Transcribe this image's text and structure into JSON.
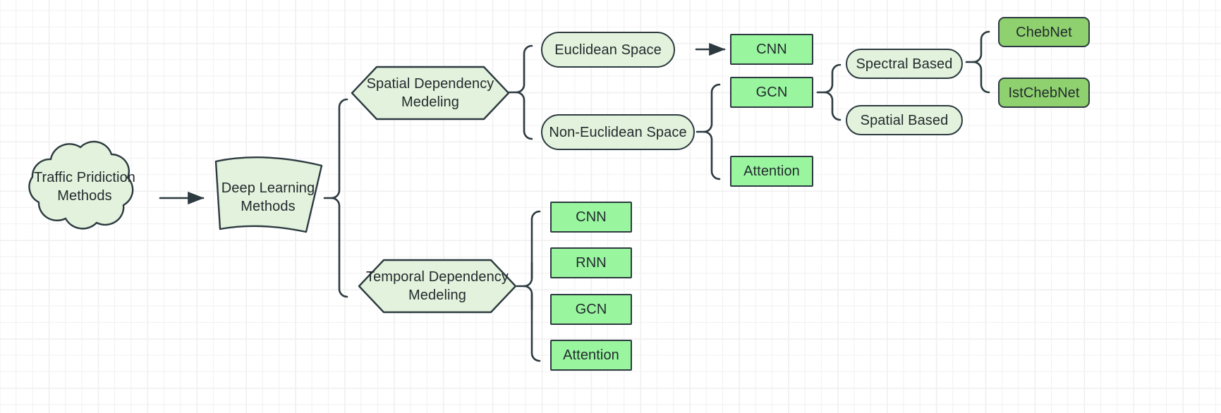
{
  "diagram": {
    "title": "Traffic Prediction Methods Taxonomy",
    "type": "mindmap-flowchart",
    "colors": {
      "light_green_fill": "#e3f2dc",
      "bright_green_fill": "#99f69f",
      "medium_green_fill": "#8fd16f",
      "stroke": "#2c3a40",
      "text": "#232a2e",
      "grid_minor": "#f1f1f1",
      "grid_major": "#ececec",
      "background": "#ffffff"
    },
    "nodes": {
      "root": {
        "label": "Traffic Pridiction\nMethods",
        "shape": "cloud"
      },
      "deep_learning": {
        "label": "Deep Learning\nMethods",
        "shape": "curved-trapezoid"
      },
      "spatial": {
        "label": "Spatial Dependency\nMedeling",
        "shape": "hexagon"
      },
      "temporal": {
        "label": "Temporal Dependency\nMedeling",
        "shape": "hexagon"
      },
      "euclidean": {
        "label": "Euclidean Space",
        "shape": "stadium"
      },
      "non_euclidean": {
        "label": "Non-Euclidean Space",
        "shape": "stadium"
      },
      "spatial_cnn": {
        "label": "CNN",
        "shape": "rect"
      },
      "spatial_gcn": {
        "label": "GCN",
        "shape": "rect"
      },
      "spatial_attention": {
        "label": "Attention",
        "shape": "rect"
      },
      "spectral_based": {
        "label": "Spectral Based",
        "shape": "stadium"
      },
      "spatial_based": {
        "label": "Spatial Based",
        "shape": "stadium"
      },
      "chebnet": {
        "label": "ChebNet",
        "shape": "rounded-rect"
      },
      "istchebnet": {
        "label": "IstChebNet",
        "shape": "rounded-rect"
      },
      "temporal_cnn": {
        "label": "CNN",
        "shape": "rect"
      },
      "temporal_rnn": {
        "label": "RNN",
        "shape": "rect"
      },
      "temporal_gcn": {
        "label": "GCN",
        "shape": "rect"
      },
      "temporal_attention": {
        "label": "Attention",
        "shape": "rect"
      }
    },
    "edges": [
      {
        "from": "root",
        "to": "deep_learning",
        "style": "arrow"
      },
      {
        "from": "deep_learning",
        "to": "spatial",
        "style": "brace"
      },
      {
        "from": "deep_learning",
        "to": "temporal",
        "style": "brace"
      },
      {
        "from": "spatial",
        "to": "euclidean",
        "style": "brace"
      },
      {
        "from": "spatial",
        "to": "non_euclidean",
        "style": "brace"
      },
      {
        "from": "euclidean",
        "to": "spatial_cnn",
        "style": "arrow"
      },
      {
        "from": "non_euclidean",
        "to": "spatial_gcn",
        "style": "brace"
      },
      {
        "from": "non_euclidean",
        "to": "spatial_attention",
        "style": "brace"
      },
      {
        "from": "spatial_gcn",
        "to": "spectral_based",
        "style": "brace"
      },
      {
        "from": "spatial_gcn",
        "to": "spatial_based",
        "style": "brace"
      },
      {
        "from": "spectral_based",
        "to": "chebnet",
        "style": "brace"
      },
      {
        "from": "spectral_based",
        "to": "istchebnet",
        "style": "brace"
      },
      {
        "from": "temporal",
        "to": "temporal_cnn",
        "style": "brace"
      },
      {
        "from": "temporal",
        "to": "temporal_rnn",
        "style": "brace"
      },
      {
        "from": "temporal",
        "to": "temporal_gcn",
        "style": "brace"
      },
      {
        "from": "temporal",
        "to": "temporal_attention",
        "style": "brace"
      }
    ]
  }
}
